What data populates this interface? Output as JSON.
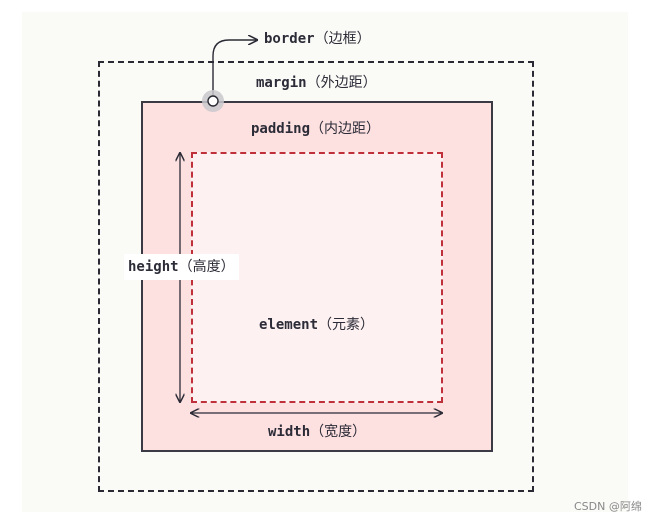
{
  "labels": {
    "border": "border",
    "border_cn": "（边框）",
    "margin": "margin",
    "margin_cn": "（外边距）",
    "padding": "padding",
    "padding_cn": "（内边距）",
    "height": "height",
    "height_cn": "（高度）",
    "element": "element",
    "element_cn": "（元素）",
    "width": "width",
    "width_cn": "（宽度）"
  },
  "watermark": "CSDN @阿绵",
  "colors": {
    "canvas_bg": "#fafaf7",
    "border_fill": "#fde0e0",
    "content_fill": "#fdf1f1",
    "content_border": "#c0303a",
    "stroke": "#2a2a35"
  },
  "icons": [
    "curved-arrow-icon",
    "pointer-dot-icon",
    "vertical-double-arrow-icon",
    "horizontal-double-arrow-icon"
  ]
}
